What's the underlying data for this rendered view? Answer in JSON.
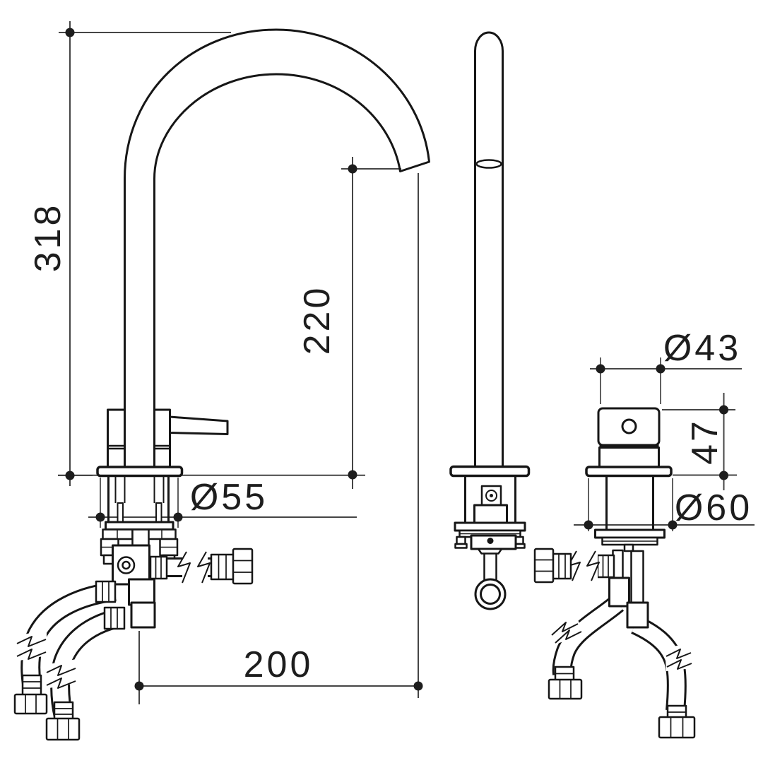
{
  "drawing": {
    "background": "#ffffff",
    "line_color": "#161616",
    "dim_line_color": "#454545",
    "dims": {
      "total_height": "318",
      "outlet_height": "220",
      "spout_base_diameter": "Ø55",
      "spout_reach": "200",
      "mixer_top_diameter": "Ø43",
      "mixer_height": "47",
      "mixer_base_diameter": "Ø60"
    }
  }
}
